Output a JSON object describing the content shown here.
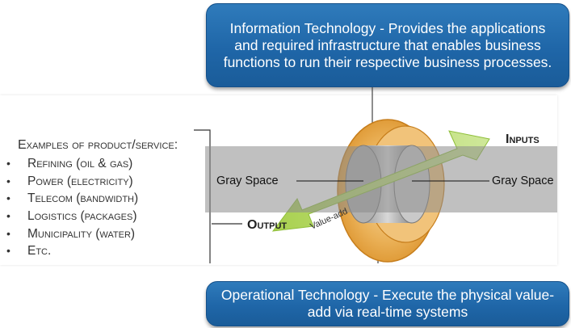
{
  "callouts": {
    "it_text": "Information Technology - Provides the applications and required infrastructure that enables business functions to run their respective business processes.",
    "ot_text": "Operational Technology - Execute the physical value-add via real-time systems"
  },
  "examples": {
    "title": "Examples of product/service:",
    "items": [
      "Refining (oil & gas)",
      "Power (electricity)",
      "Telecom (bandwidth)",
      "Logistics (packages)",
      "Municipality (water)",
      "Etc."
    ],
    "bullet": "•"
  },
  "diagram": {
    "gray_space_left": "Gray Space",
    "gray_space_right": "Gray Space",
    "inputs_label": "Inputs",
    "output_label": "Output",
    "arrow_label": "Value-add"
  },
  "colors": {
    "callout_blue": "#1f66a8",
    "gray_band": "#8c8c8c",
    "cylinder_orange": "#e8a23a",
    "arrow_green": "#b7d96a"
  }
}
